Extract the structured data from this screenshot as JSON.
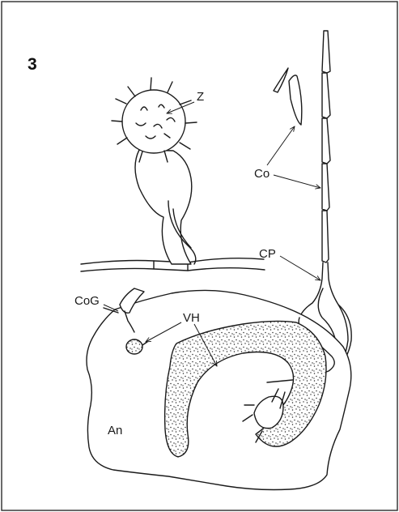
{
  "figure": {
    "panel_number": "3",
    "labels": {
      "z": "Z",
      "co": "Co",
      "cp": "CP",
      "cog": "CoG",
      "vh": "VH",
      "an": "An"
    },
    "colors": {
      "line": "#1a1a1a",
      "frame": "#2a2a2a",
      "background": "#ffffff"
    }
  }
}
